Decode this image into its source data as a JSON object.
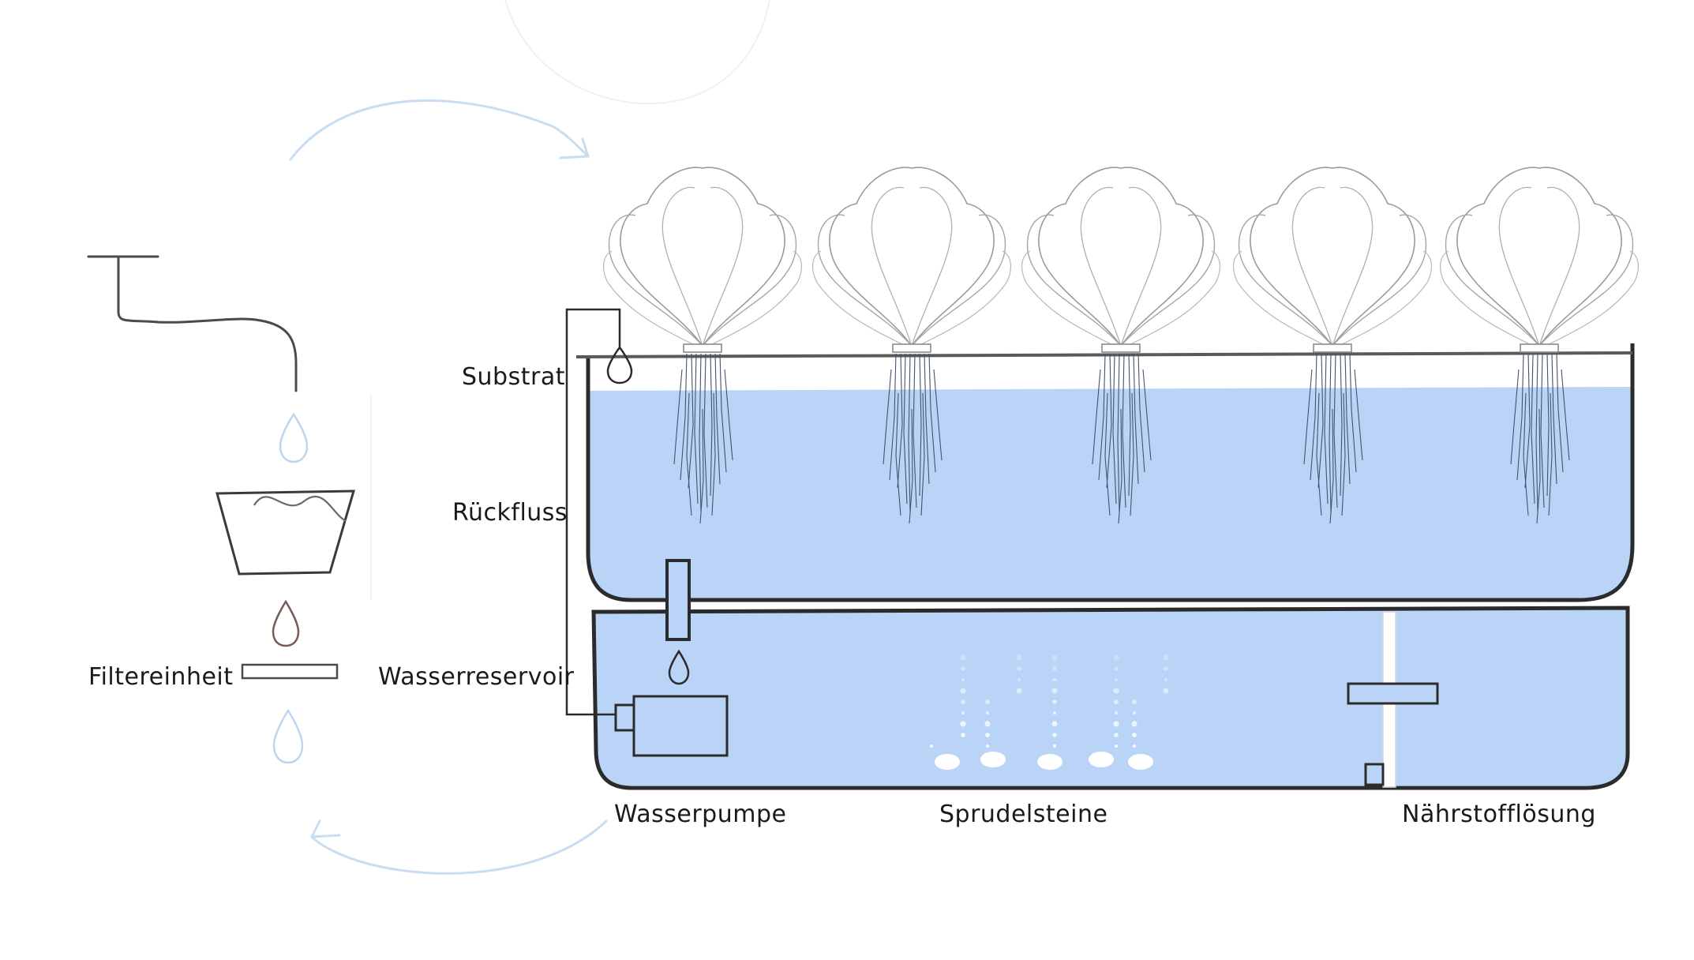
{
  "labels": {
    "substrat": "Substrat",
    "rueckfluss": "Rückfluss",
    "filtereinheit": "Filtereinheit",
    "wasserreservoir": "Wasserreservoir",
    "wasserpumpe": "Wasserpumpe",
    "sprudelsteine": "Sprudelsteine",
    "naehrstoffloesung": "Nährstofflösung"
  },
  "colors": {
    "water": "#b9d4f6",
    "water_light": "#cfe1f8",
    "outline": "#2b2b2b",
    "cycle_arrow": "#c9dcf2",
    "drop_blue": "#bcd6f0",
    "drop_brown": "#7a5a55",
    "plant_line": "#9a9a9a",
    "root_line": "#44546a"
  },
  "plants": [
    "plant-1",
    "plant-2",
    "plant-3",
    "plant-4",
    "plant-5"
  ]
}
